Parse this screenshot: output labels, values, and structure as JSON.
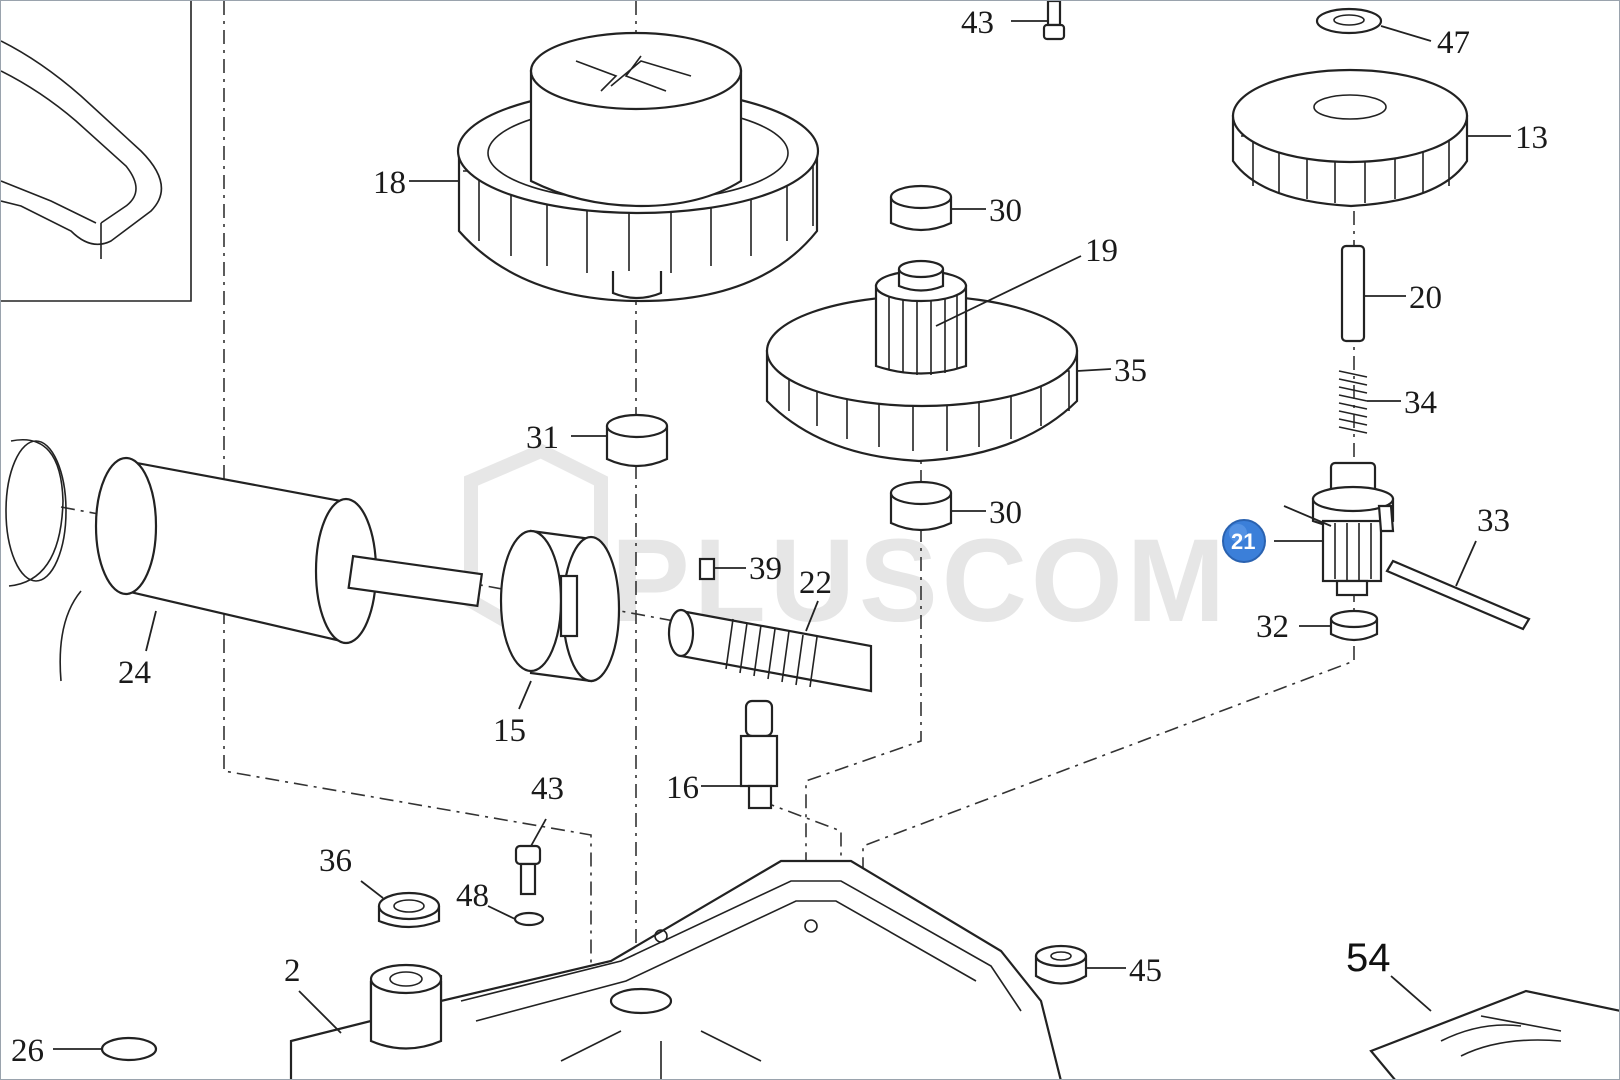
{
  "watermark": "PLUSCOM",
  "highlight": {
    "label": "21",
    "color": "#3b7fd9"
  },
  "labels": {
    "p2": "2",
    "p13": "13",
    "p15": "15",
    "p16": "16",
    "p18": "18",
    "p19": "19",
    "p20": "20",
    "p22": "22",
    "p24": "24",
    "p26": "26",
    "p30a": "30",
    "p30b": "30",
    "p31": "31",
    "p32": "32",
    "p33": "33",
    "p34": "34",
    "p35": "35",
    "p36": "36",
    "p39": "39",
    "p43a": "43",
    "p43b": "43",
    "p45": "45",
    "p47": "47",
    "p48": "48",
    "p54": "54"
  }
}
